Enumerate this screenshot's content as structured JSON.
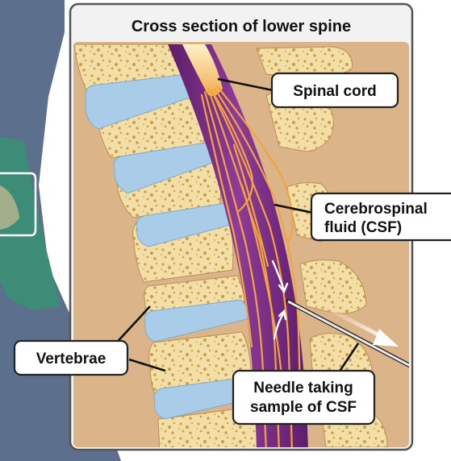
{
  "title": "Cross section of lower spine",
  "labels": {
    "spinal_cord": "Spinal cord",
    "csf_line1": "Cerebrospinal",
    "csf_line2": "fluid (CSF)",
    "vertebrae": "Vertebrae",
    "needle_line1": "Needle taking",
    "needle_line2": "sample of CSF"
  },
  "colors": {
    "background_tan": "#dcb489",
    "bone": "#f3dfa6",
    "bone_spots": "#c99f52",
    "disc": "#a9cde8",
    "csf_purple": "#7a2c86",
    "nerve_orange": "#f1a53c",
    "skin_blue": "#5c6f8c",
    "skin_teal": "#3d8c78",
    "frame": "#555555",
    "header_bg": "#f2f2f2"
  }
}
